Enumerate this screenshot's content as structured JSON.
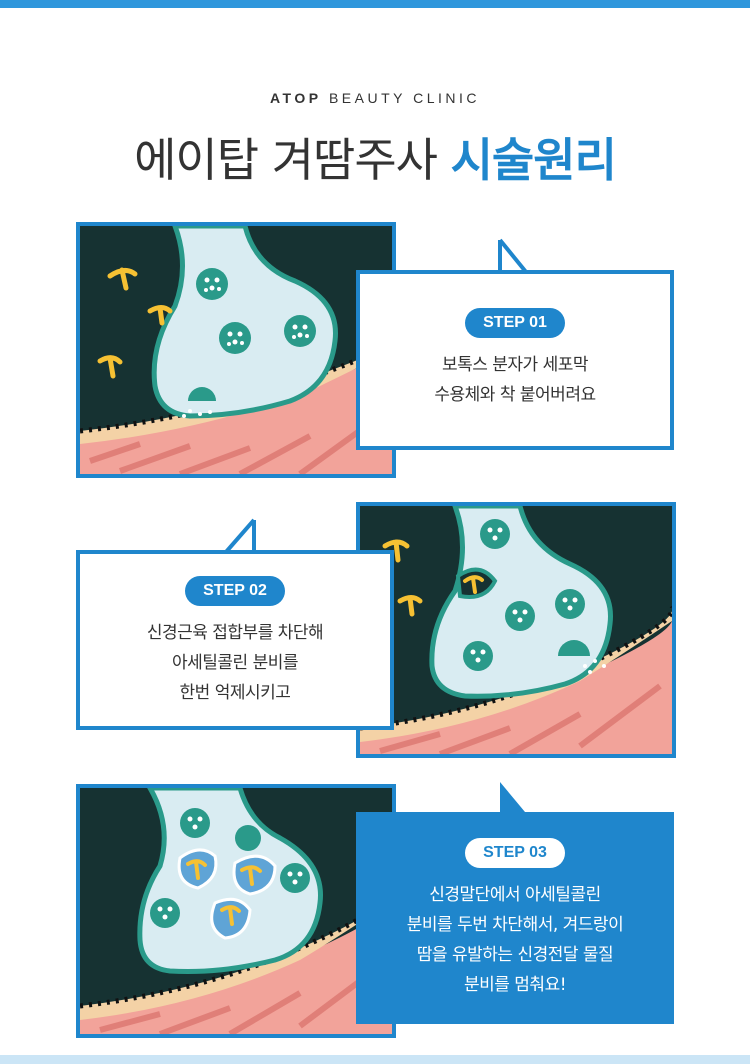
{
  "header": {
    "brand_bold": "ATOP",
    "brand_rest": "BEAUTY CLINIC",
    "title_regular": "에이탑 겨땀주사",
    "title_highlight": "시술원리"
  },
  "steps": [
    {
      "badge": "STEP 01",
      "lines": [
        "보톡스 분자가 세포막",
        "수용체와 착 붙어버려요"
      ]
    },
    {
      "badge": "STEP 02",
      "lines": [
        "신경근육 접합부를 차단해",
        "아세틸콜린 분비를",
        "한번 억제시키고"
      ]
    },
    {
      "badge": "STEP 03",
      "lines": [
        "신경말단에서 아세틸콜린",
        "분비를 두번 차단해서, 겨드랑이",
        "땀을 유발하는 신경전달 물질",
        "분비를 멈춰요!"
      ]
    }
  ],
  "colors": {
    "accent": "#1f86cc",
    "top_bar": "#2f97dc",
    "text": "#333333",
    "illustration_bg": "#163232",
    "terminal_fill": "#d9ecf2",
    "terminal_stroke": "#2a9a8a",
    "muscle": "#f2a39a",
    "glow": "#f6c133"
  },
  "icons": [
    "synapse-illustration",
    "speech-bubble-tail",
    "botox-molecule"
  ]
}
